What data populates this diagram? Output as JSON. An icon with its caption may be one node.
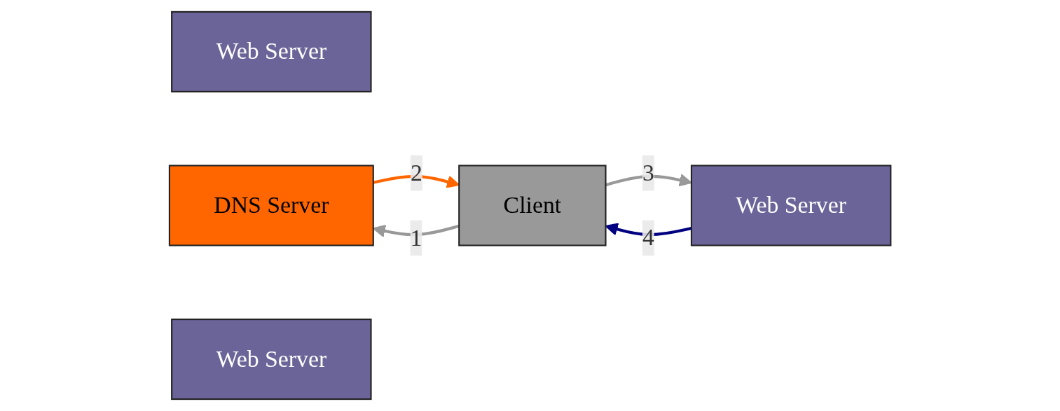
{
  "diagram": {
    "nodes": [
      {
        "text": [
          "Web Server"
        ]
      },
      {
        "text": [
          "DNS Server"
        ]
      },
      {
        "text": [
          "Web Server"
        ]
      },
      {
        "text": [
          "Web Server"
        ]
      },
      {
        "text": [
          "Client"
        ]
      }
    ],
    "edges": [
      {
        "from": 4,
        "to": 1,
        "arrow": "to",
        "label": "1",
        "color": "#999999"
      },
      {
        "from": 1,
        "to": 4,
        "arrow": "to",
        "label": "2",
        "color": "#ff6600"
      },
      {
        "from": 4,
        "to": 2,
        "arrow": "to",
        "label": "3",
        "color": "#999999"
      },
      {
        "from": 2,
        "to": 4,
        "arrow": "to",
        "label": "4",
        "color": "#000080"
      }
    ]
  }
}
